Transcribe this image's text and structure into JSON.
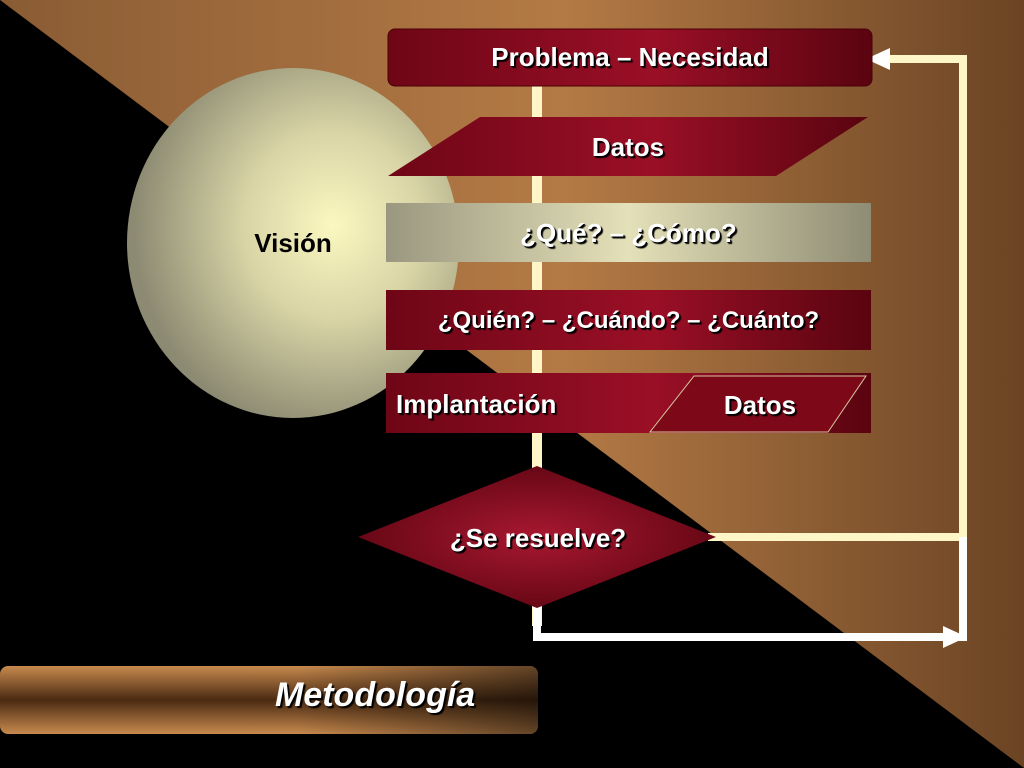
{
  "diagram": {
    "vision_label": "Visión",
    "problem_label": "Problema – Necesidad",
    "data_top_label": "Datos",
    "what_how_label": "¿Qué? – ¿Cómo?",
    "who_when_label": "¿Quién? – ¿Cuándo? – ¿Cuánto?",
    "implementation_label": "Implantación",
    "data_bottom_label": "Datos",
    "decision_label": "¿Se resuelve?"
  },
  "footer": {
    "title": "Metodología"
  },
  "colors": {
    "background": "#000000",
    "brown": "#7a5030",
    "crimson": "#8b0a1e",
    "olive": "#a8a58a",
    "arrow": "#fff8cc"
  }
}
